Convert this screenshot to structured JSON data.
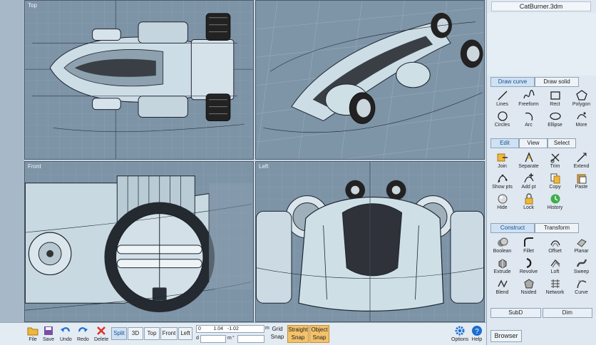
{
  "viewports": {
    "top": {
      "label": "Top"
    },
    "perspective": {
      "label": ""
    },
    "front": {
      "label": "Front"
    },
    "left": {
      "label": "Left"
    }
  },
  "file_title": "CatBurner.3dm",
  "panels": {
    "curve": {
      "tabs": [
        "Draw curve",
        "Draw solid"
      ],
      "active": 0,
      "tools": [
        {
          "label": "Lines",
          "icon": "line-icon"
        },
        {
          "label": "Freeform",
          "icon": "freeform-icon"
        },
        {
          "label": "Rect",
          "icon": "rect-icon"
        },
        {
          "label": "Polygon",
          "icon": "polygon-icon"
        },
        {
          "label": "Circles",
          "icon": "circle-icon"
        },
        {
          "label": "Arc",
          "icon": "arc-icon"
        },
        {
          "label": "Ellipse",
          "icon": "ellipse-icon"
        },
        {
          "label": "More",
          "icon": "more-icon"
        }
      ]
    },
    "edit": {
      "tabs": [
        "Edit",
        "View",
        "Select"
      ],
      "active": 0,
      "tools": [
        {
          "label": "Join",
          "icon": "join-icon"
        },
        {
          "label": "Separate",
          "icon": "separate-icon"
        },
        {
          "label": "Trim",
          "icon": "trim-icon"
        },
        {
          "label": "Extend",
          "icon": "extend-icon"
        },
        {
          "label": "Show pts",
          "icon": "show-points-icon"
        },
        {
          "label": "Add pt",
          "icon": "add-point-icon"
        },
        {
          "label": "Copy",
          "icon": "copy-icon"
        },
        {
          "label": "Paste",
          "icon": "paste-icon"
        },
        {
          "label": "Hide",
          "icon": "hide-icon"
        },
        {
          "label": "Lock",
          "icon": "lock-icon"
        },
        {
          "label": "History",
          "icon": "history-icon"
        }
      ]
    },
    "construct": {
      "tabs": [
        "Construct",
        "Transform"
      ],
      "active": 0,
      "tools": [
        {
          "label": "Boolean",
          "icon": "boolean-icon"
        },
        {
          "label": "Fillet",
          "icon": "fillet-icon"
        },
        {
          "label": "Offset",
          "icon": "offset-icon"
        },
        {
          "label": "Planar",
          "icon": "planar-icon"
        },
        {
          "label": "Extrude",
          "icon": "extrude-icon"
        },
        {
          "label": "Revolve",
          "icon": "revolve-icon"
        },
        {
          "label": "Loft",
          "icon": "loft-icon"
        },
        {
          "label": "Sweep",
          "icon": "sweep-icon"
        },
        {
          "label": "Blend",
          "icon": "blend-icon"
        },
        {
          "label": "Nsided",
          "icon": "nsided-icon"
        },
        {
          "label": "Network",
          "icon": "network-icon"
        },
        {
          "label": "Curve",
          "icon": "curve-icon"
        }
      ]
    },
    "subd_label": "SubD",
    "dim_label": "Dim"
  },
  "bottombar": {
    "file_label": "File",
    "save_label": "Save",
    "undo_label": "Undo",
    "redo_label": "Redo",
    "delete_label": "Delete",
    "view_buttons": [
      "Split",
      "3D",
      "Top",
      "Front",
      "Left"
    ],
    "active_view": 0,
    "coords": {
      "x": "0",
      "y": "1.04",
      "z": "-1.02",
      "d_label": "d",
      "m_label": "m",
      "m2_label": "m",
      "deg_label": "°"
    },
    "grid_snap": [
      "Grid",
      "Snap"
    ],
    "straight_snap": [
      "Straight",
      "Snap"
    ],
    "object_snap": [
      "Object",
      "Snap"
    ],
    "options_label": "Options",
    "help_label": "Help",
    "browser_label": "Browser"
  },
  "colors": {
    "viewport_bg": "#7d93a6",
    "car_body": "#cfdfe6",
    "accent_blue": "#1b6ed1",
    "snap_orange": "#f4c26b"
  }
}
